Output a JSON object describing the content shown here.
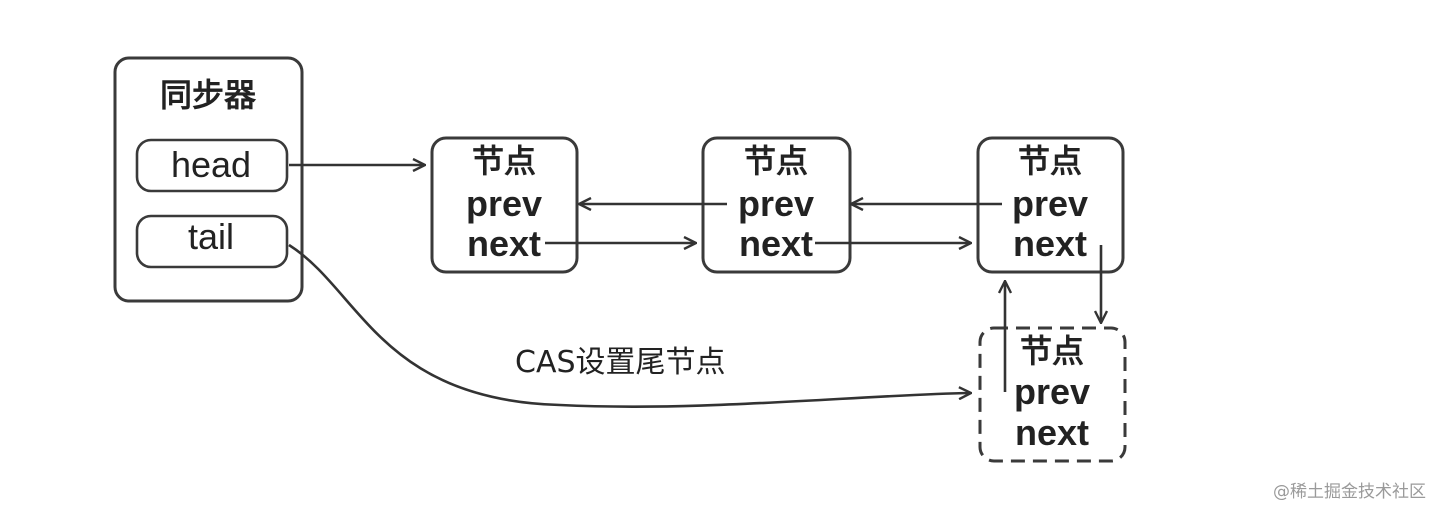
{
  "synchronizer": {
    "title": "同步器",
    "head_label": "head",
    "tail_label": "tail"
  },
  "nodes": [
    {
      "title": "节点",
      "prev": "prev",
      "next": "next"
    },
    {
      "title": "节点",
      "prev": "prev",
      "next": "next"
    },
    {
      "title": "节点",
      "prev": "prev",
      "next": "next"
    }
  ],
  "new_node": {
    "title": "节点",
    "prev": "prev",
    "next": "next"
  },
  "cas_label": "CAS设置尾节点",
  "watermark": "@稀土掘金技术社区"
}
